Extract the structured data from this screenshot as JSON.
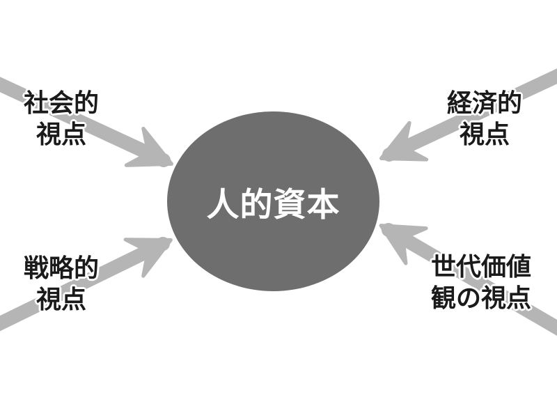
{
  "colors": {
    "arrow": "#b5b5b5",
    "ellipse": "#6e6e6e",
    "label_text": "#1a1a1a",
    "center_text": "#ffffff",
    "background": "#ffffff"
  },
  "diagram": {
    "center_label": "人的資本",
    "nodes": {
      "top_left": {
        "line1": "社会的",
        "line2": "視点"
      },
      "top_right": {
        "line1": "経済的",
        "line2": "視点"
      },
      "bottom_left": {
        "line1": "戦略的",
        "line2": "視点"
      },
      "bottom_right": {
        "line1": "世代価値",
        "line2": "観の視点"
      }
    }
  }
}
